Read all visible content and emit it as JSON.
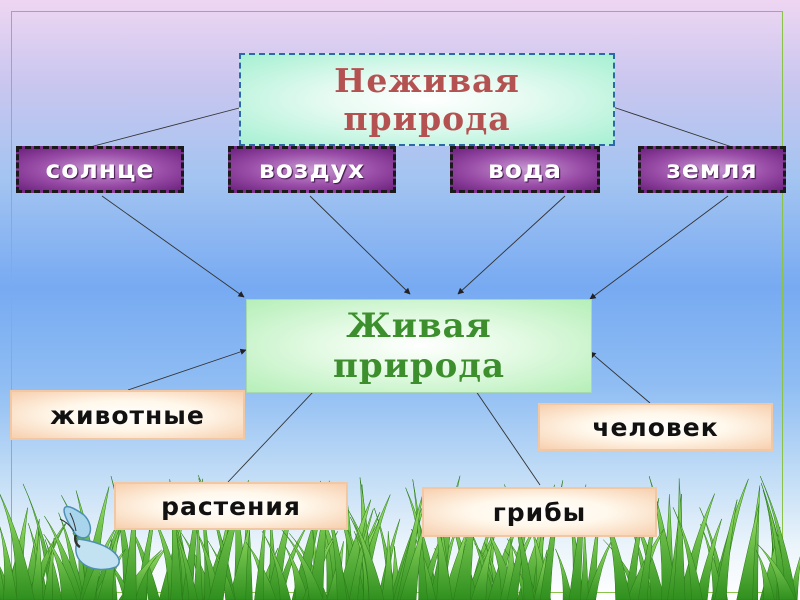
{
  "nonliving": {
    "title": "Неживая природа"
  },
  "elements": [
    "солнце",
    "воздух",
    "вода",
    "земля"
  ],
  "living": {
    "title": "Живая природа"
  },
  "categories": [
    "животные",
    "растения",
    "грибы",
    "человек"
  ],
  "colors": {
    "nonliving_text": "#b45252",
    "living_text": "#3c8f2c",
    "element_fill": "#9a4ea8",
    "category_fill": "#f7cfae",
    "frame": "#8bc34a"
  }
}
